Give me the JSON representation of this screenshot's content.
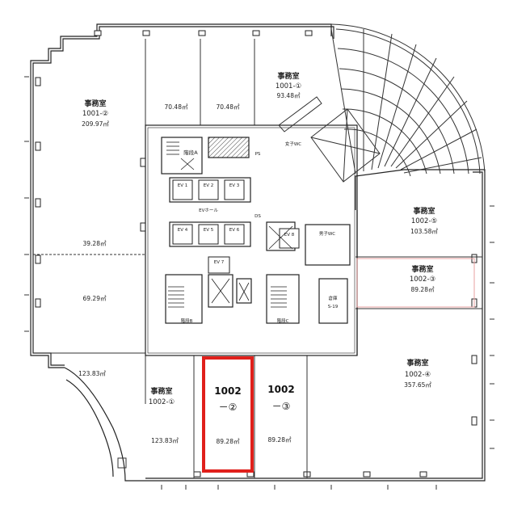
{
  "rooms": {
    "r1001_2": {
      "name": "事務室",
      "number": "1001-②",
      "area": "209.97㎡"
    },
    "r1001_1": {
      "name": "事務室",
      "number": "1001-①",
      "area": "93.48㎡"
    },
    "top_mid_a": {
      "area": "70.48㎡"
    },
    "top_mid_b": {
      "area": "70.48㎡"
    },
    "left_mid": {
      "area": "39.28㎡"
    },
    "left_low": {
      "area": "69.29㎡"
    },
    "r1002_5": {
      "name": "事務室",
      "number": "1002-⑤",
      "area": "103.58㎡"
    },
    "r1002_3r": {
      "name": "事務室",
      "number": "1002-③",
      "area": "89.28㎡"
    },
    "r1002_4": {
      "name": "事務室",
      "number": "1002-④",
      "area": "357.65㎡"
    },
    "r1002_1": {
      "name": "事務室",
      "number": "1002-①",
      "area_top": "123.83㎡",
      "area_bottom": "123.83㎡"
    },
    "r1002_2": {
      "number_top": "1002",
      "number_bottom": "－②",
      "area": "89.28㎡"
    },
    "r1002_3": {
      "number_top": "1002",
      "number_bottom": "－③",
      "area": "89.28㎡"
    }
  },
  "core": {
    "stair_a": "階段A",
    "stair_b": "階段B",
    "stair_c": "階段C",
    "elevator_hall": "EVホール",
    "ev_labels": [
      "EV 1",
      "EV 2",
      "EV 3",
      "EV 4",
      "EV 5",
      "EV 6",
      "EV 7",
      "EV 8"
    ],
    "womens_wc": "女子WC",
    "mens_wc": "男子WC",
    "storage": "倉庫",
    "storage_no": "S-19",
    "ps_label": "PS",
    "ds_label": "DS"
  },
  "highlight_color": "#e0201b"
}
